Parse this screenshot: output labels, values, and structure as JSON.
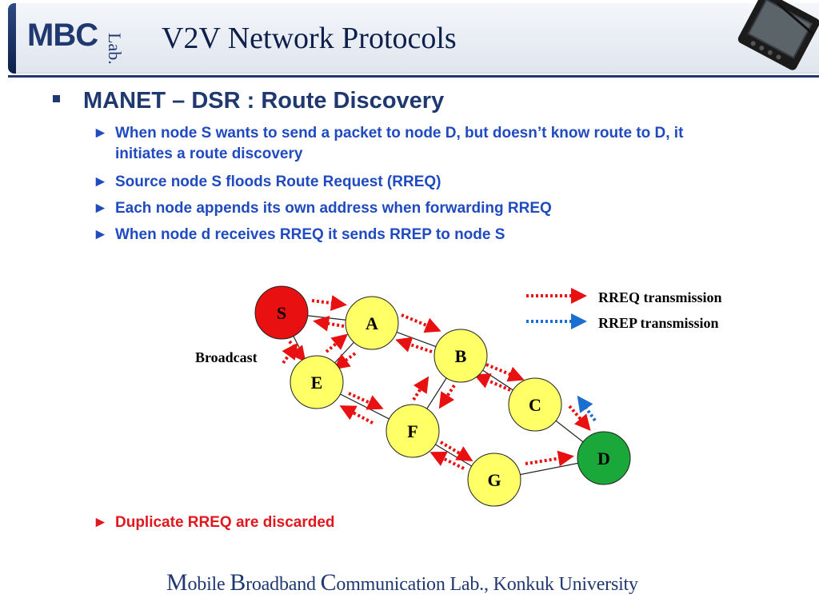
{
  "header": {
    "logo_text": "MBC",
    "logo_lab": "Lab.",
    "title": "V2V Network Protocols"
  },
  "main": {
    "heading": "MANET – DSR : Route Discovery",
    "bullets": [
      {
        "marker": "►",
        "text": "When node S wants to send a packet to node D, but doesn’t know route to D, it initiates a route discovery"
      },
      {
        "marker": "►",
        "text": "Source node S floods Route Request (RREQ)"
      },
      {
        "marker": "►",
        "text": "Each node appends its own address when forwarding RREQ"
      },
      {
        "marker": "►",
        "text": "When node d receives RREQ it sends RREP to node S"
      }
    ],
    "note": {
      "marker": "►",
      "text": "Duplicate RREQ are discarded"
    }
  },
  "diagram": {
    "broadcast_label": "Broadcast",
    "nodes": [
      {
        "id": "S",
        "label": "S",
        "color": "#e81010"
      },
      {
        "id": "A",
        "label": "A",
        "color": "#ffff66"
      },
      {
        "id": "B",
        "label": "B",
        "color": "#ffff66"
      },
      {
        "id": "E",
        "label": "E",
        "color": "#ffff66"
      },
      {
        "id": "C",
        "label": "C",
        "color": "#ffff66"
      },
      {
        "id": "F",
        "label": "F",
        "color": "#ffff66"
      },
      {
        "id": "D",
        "label": "D",
        "color": "#1aa83a"
      },
      {
        "id": "G",
        "label": "G",
        "color": "#ffff66"
      }
    ],
    "legend": [
      {
        "label": "RREQ transmission",
        "color": "#e81010"
      },
      {
        "label": "RREP  transmission",
        "color": "#1a6fd0"
      }
    ]
  },
  "footer": {
    "parts": [
      {
        "big": "M",
        "rest": "obile "
      },
      {
        "big": "B",
        "rest": "roadband "
      },
      {
        "big": "C",
        "rest": "ommunication Lab., Konkuk University"
      }
    ]
  }
}
